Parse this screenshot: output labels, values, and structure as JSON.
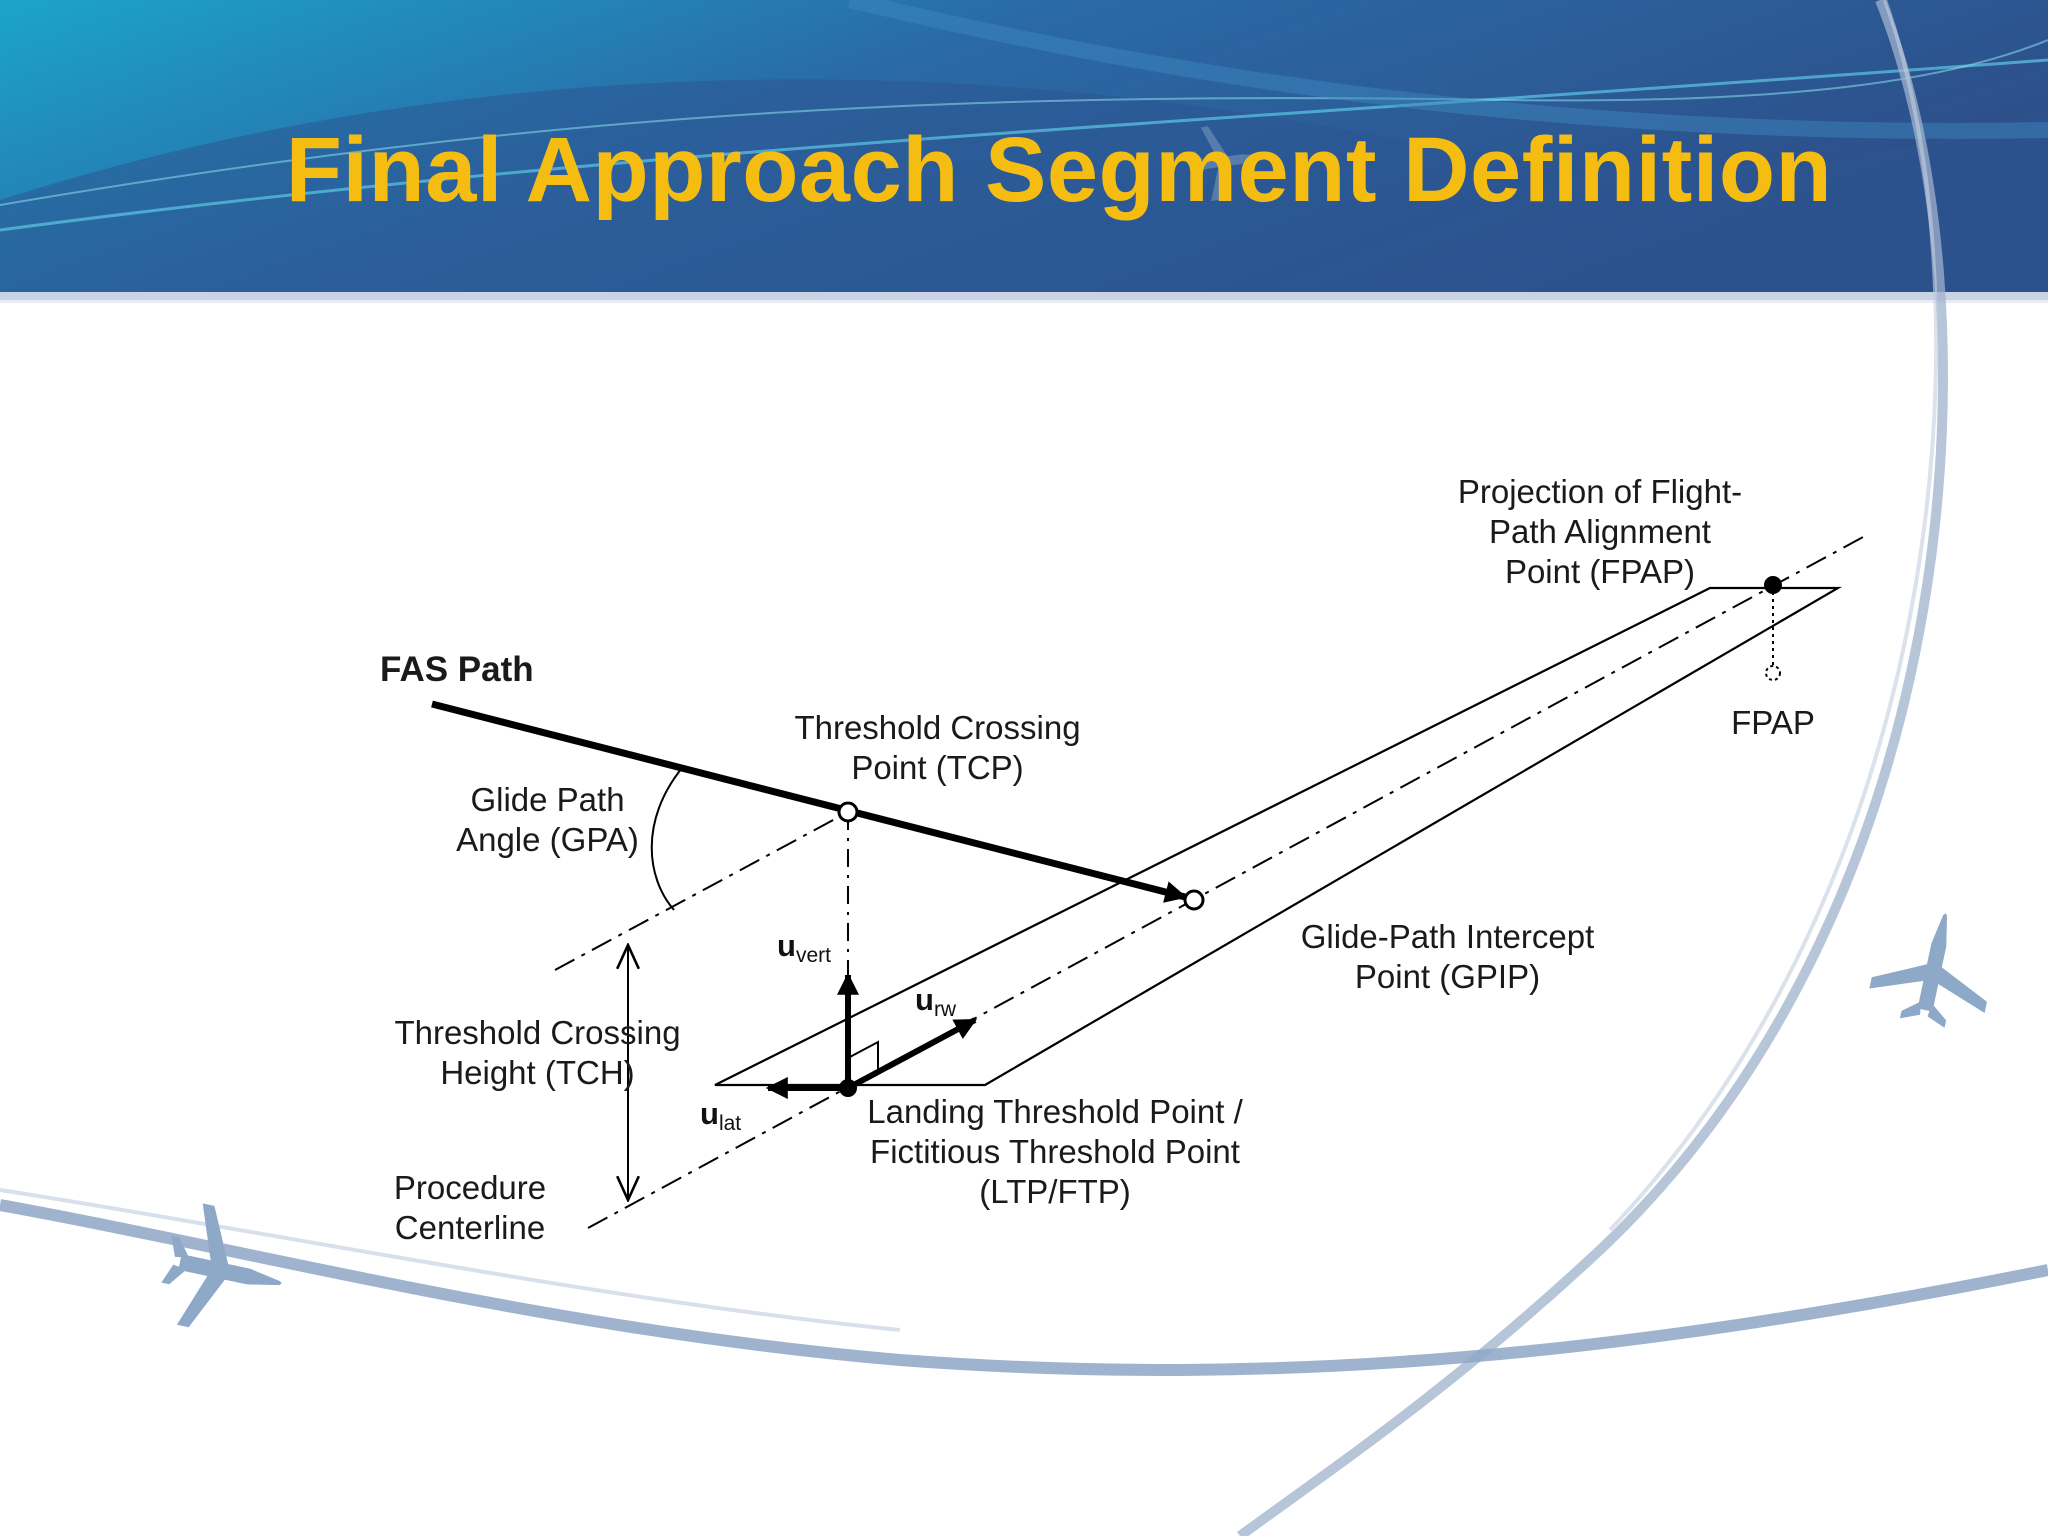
{
  "slide": {
    "title": "Final Approach Segment Definition",
    "colors": {
      "title": "#f5bd12",
      "header_dark": "#274d86",
      "header_teal": "#1aa1c8",
      "swoosh": "#8aa3c3",
      "line": "#000000"
    },
    "icons": [
      "airplane-icon",
      "airplane-icon",
      "airplane-icon"
    ]
  },
  "diagram": {
    "fas_path": "FAS Path",
    "fpap_projection": [
      "Projection of Flight-",
      "Path Alignment",
      "Point (FPAP)"
    ],
    "fpap": "FPAP",
    "tcp": [
      "Threshold Crossing",
      "Point (TCP)"
    ],
    "gpa": [
      "Glide Path",
      "Angle (GPA)"
    ],
    "gpip": [
      "Glide-Path Intercept",
      "Point (GPIP)"
    ],
    "tch": [
      "Threshold Crossing",
      "Height (TCH)"
    ],
    "centerline": [
      "Procedure",
      "Centerline"
    ],
    "ltp": [
      "Landing Threshold Point /",
      "Fictitious Threshold Point",
      "(LTP/FTP)"
    ],
    "vectors": {
      "vert": {
        "base": "u",
        "sub": "vert"
      },
      "rw": {
        "base": "u",
        "sub": "rw"
      },
      "lat": {
        "base": "u",
        "sub": "lat"
      }
    }
  }
}
